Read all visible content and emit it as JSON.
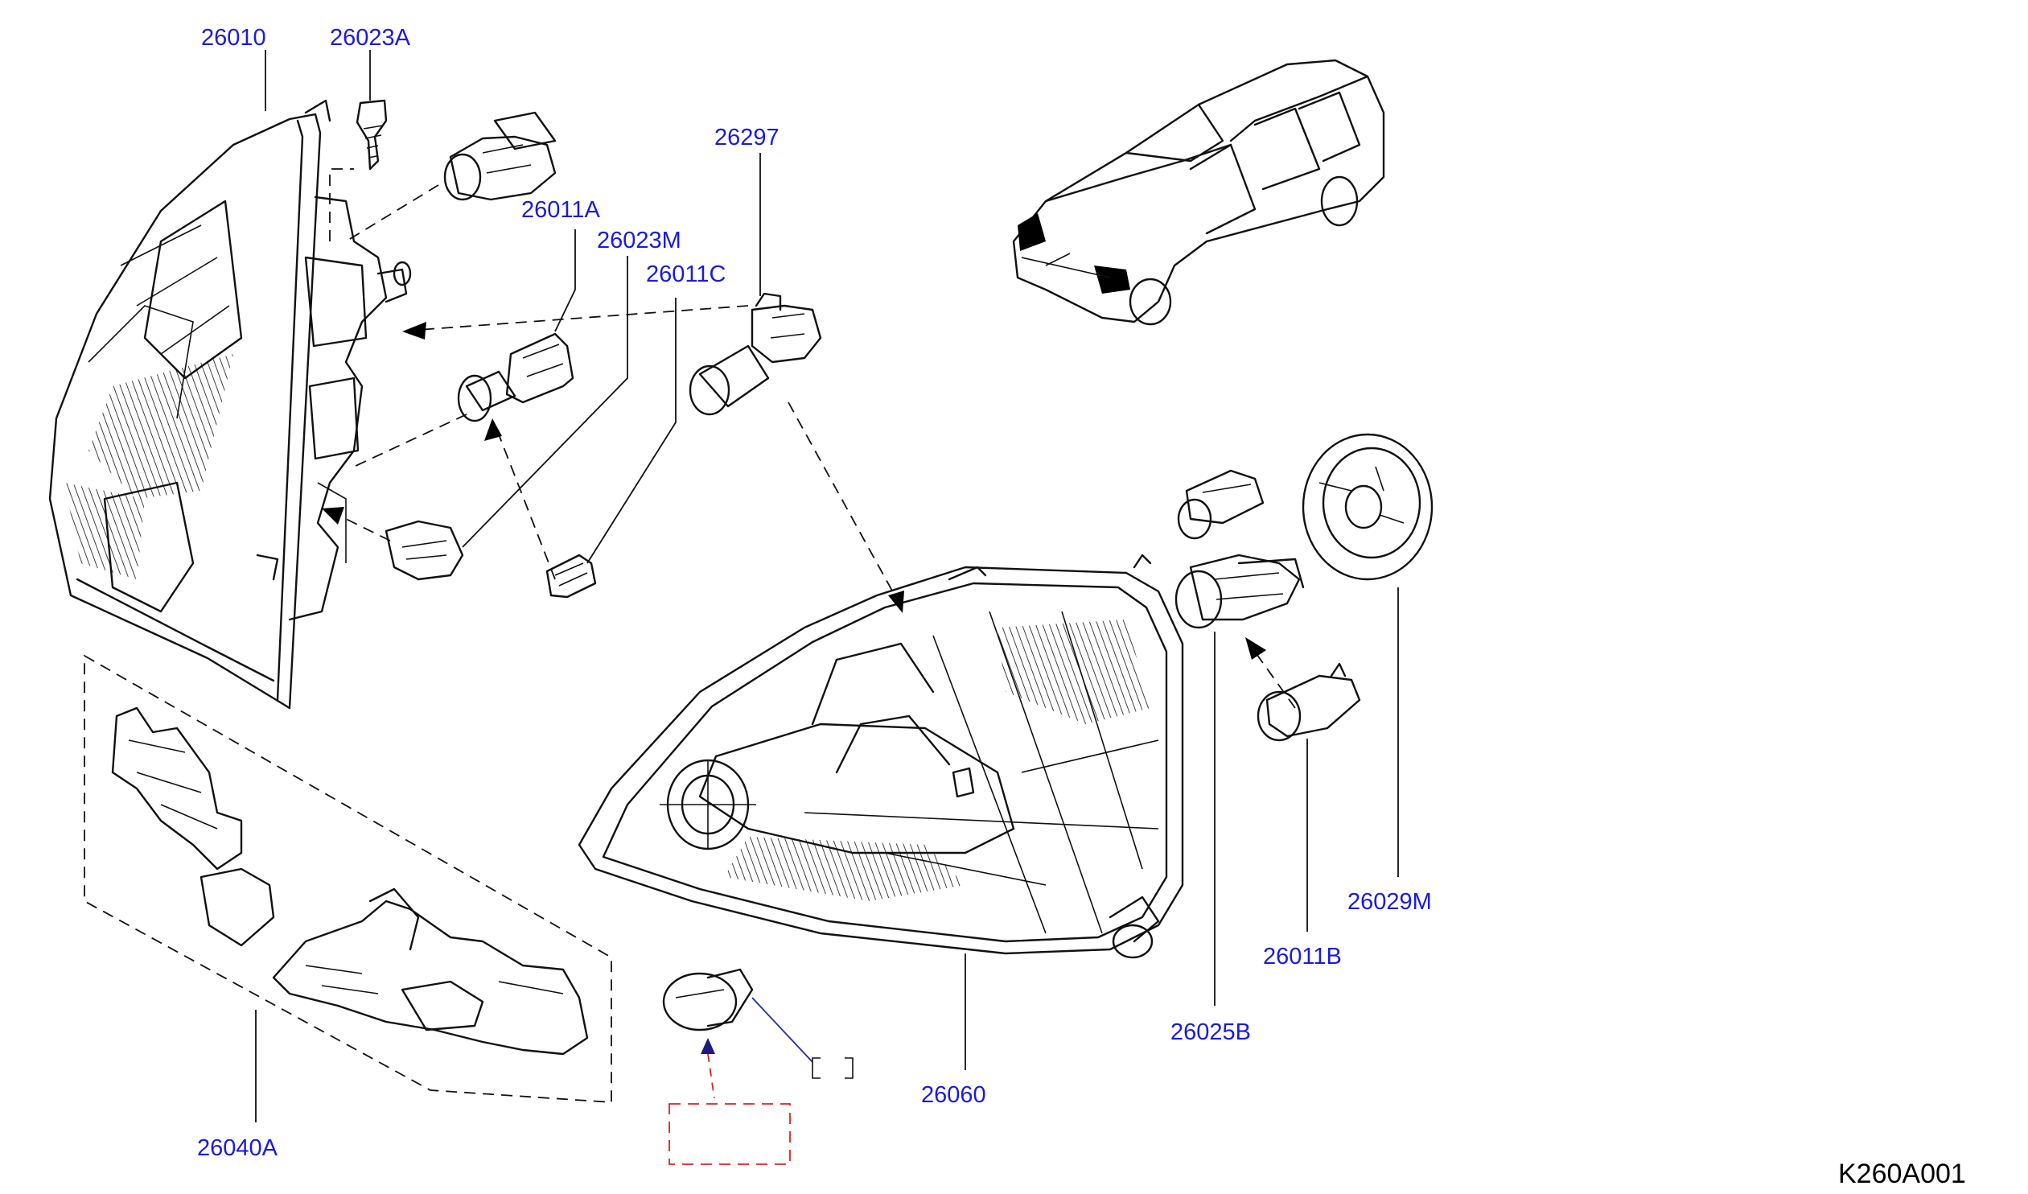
{
  "callouts": {
    "c26010": "26010",
    "c26023A": "26023A",
    "c26297": "26297",
    "c26011A": "26011A",
    "c26023M": "26023M",
    "c26011C": "26011C",
    "c26029M": "26029M",
    "c26011B": "26011B",
    "c26025B": "26025B",
    "c26060": "26060",
    "c26040A": "26040A"
  },
  "diagram_code": "K260A001",
  "colors": {
    "callout_text": "#1a1ae0",
    "lines": "#111111",
    "highlight_box": "#e02020",
    "link_line": "#2030a0"
  }
}
